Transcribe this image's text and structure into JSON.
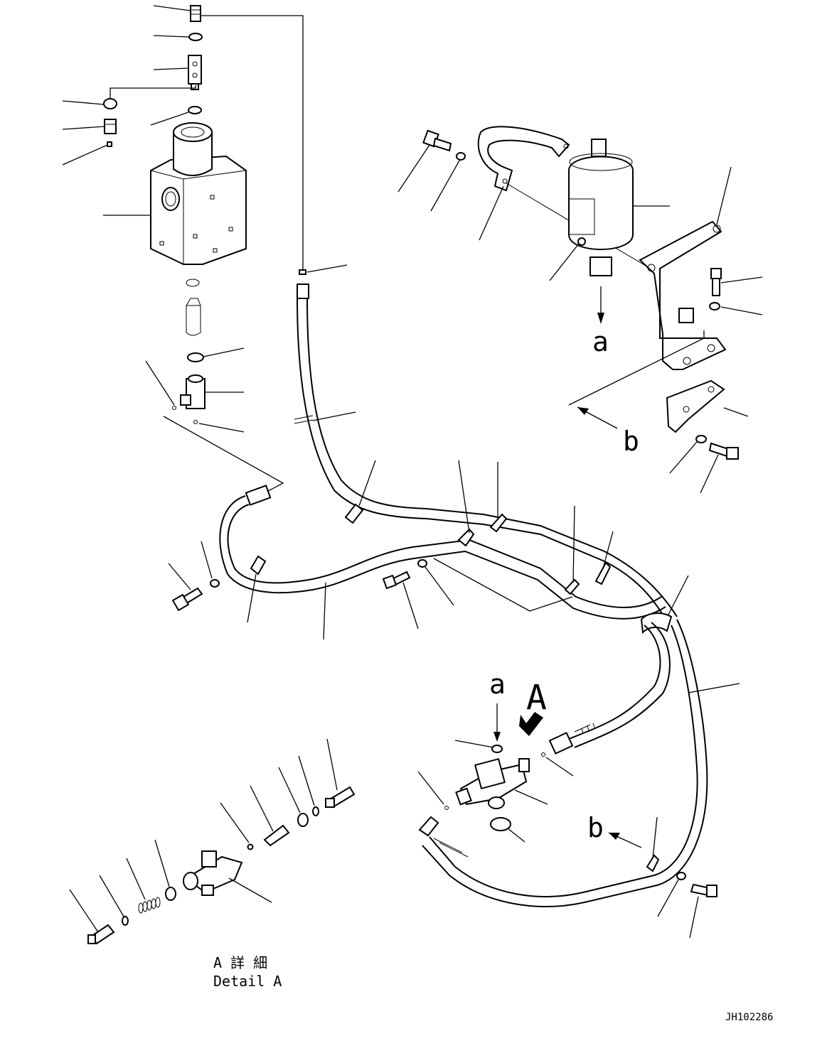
{
  "callouts": {
    "a_top": "a",
    "b_top": "b",
    "a_bottom": "a",
    "A_big": "A",
    "b_bottom": "b"
  },
  "detail": {
    "title_jp": "A 詳 細",
    "title_en": "Detail A"
  },
  "drawing_id": "JH102286"
}
